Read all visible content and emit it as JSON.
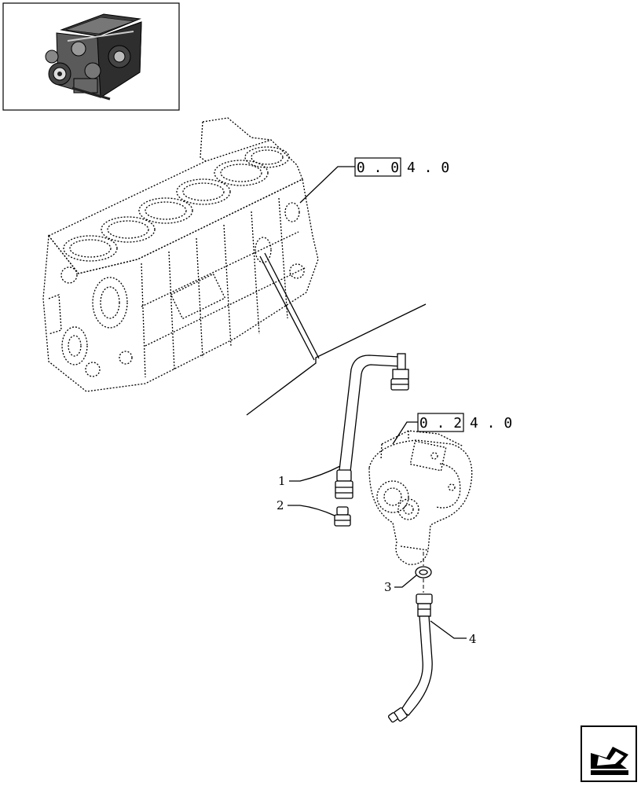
{
  "references": [
    {
      "id": "ref-engine-block",
      "boxed": "0 . 0",
      "rest": "4 . 0"
    },
    {
      "id": "ref-turbocharger",
      "boxed": "0 . 2",
      "rest": "4 . 0"
    }
  ],
  "callouts": [
    {
      "id": "1",
      "label": "1"
    },
    {
      "id": "2",
      "label": "2"
    },
    {
      "id": "3",
      "label": "3"
    },
    {
      "id": "4",
      "label": "4"
    }
  ],
  "icons": {
    "thumbnail": "engine-thumbnail-icon",
    "navigation": "next-page-arrow-icon"
  }
}
